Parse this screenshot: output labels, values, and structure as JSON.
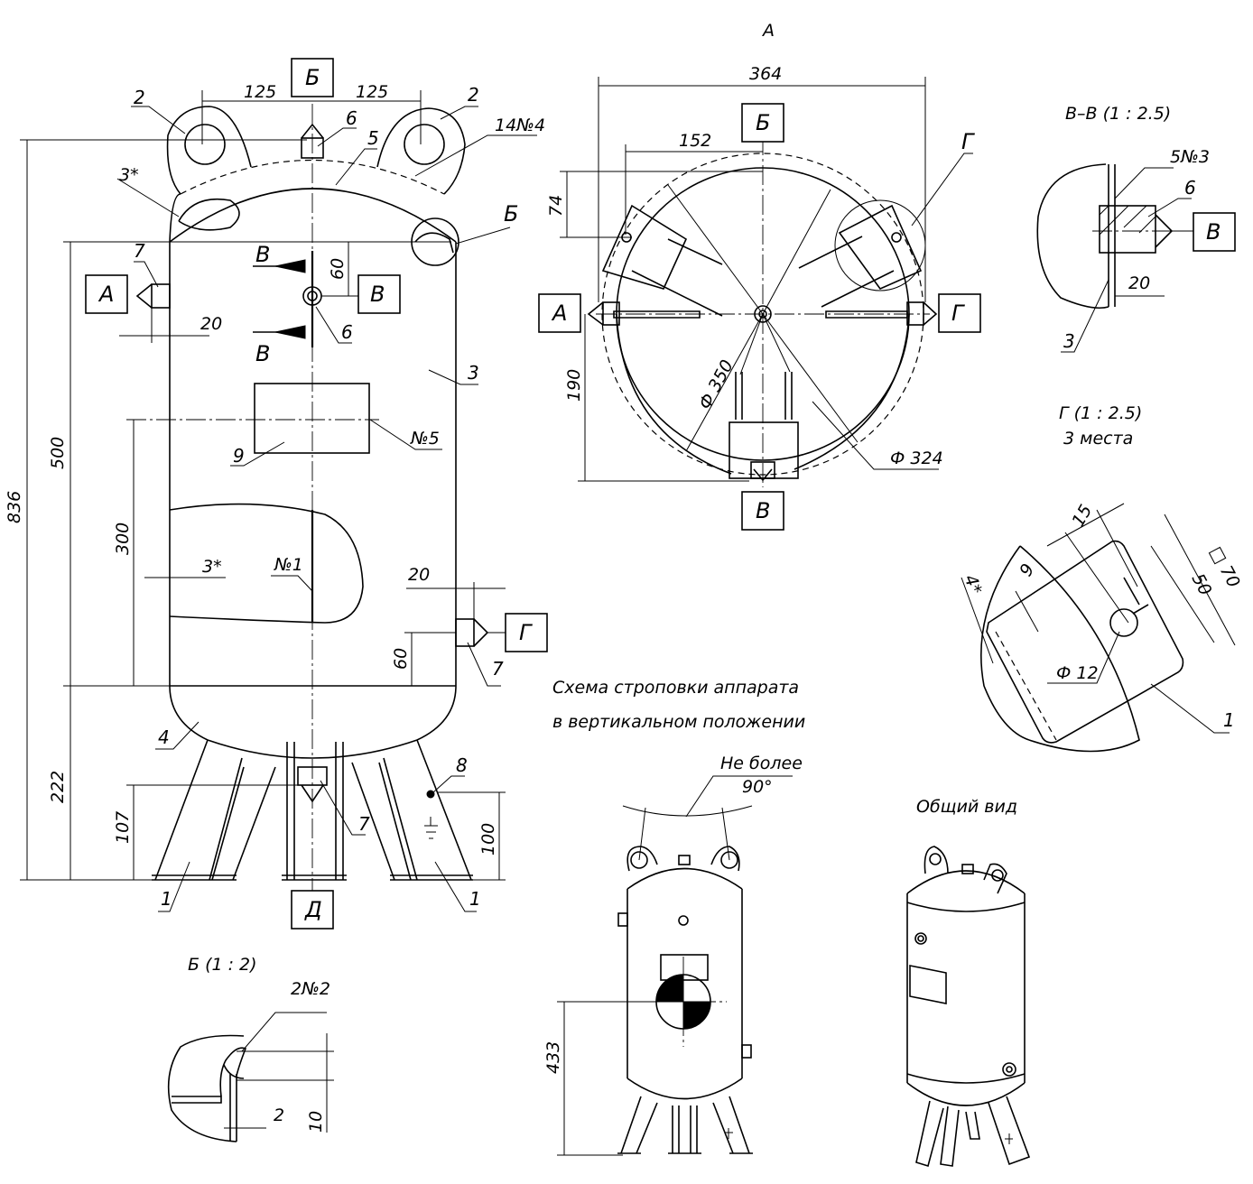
{
  "views": {
    "view_a_title": "А",
    "section_v_title": "В–В (1 : 2.5)",
    "detail_g_title": "Г (1 : 2.5)",
    "detail_g_note": "3 места",
    "detail_b_title": "Б (1 : 2)",
    "sling_title_1": "Схема строповки аппарата",
    "sling_title_2": "в вертикальном положении",
    "general_view_title": "Общий вид"
  },
  "markers": {
    "A": "А",
    "B": "Б",
    "V": "В",
    "G": "Г",
    "D": "Д"
  },
  "callouts": {
    "p1": "1",
    "p2": "2",
    "p3": "3",
    "p4": "4",
    "p5": "5",
    "p6": "6",
    "p7": "7",
    "p8": "8",
    "p9": "9"
  },
  "welds": {
    "w1": "№1",
    "w2": "2№2",
    "w3": "5№3",
    "w4": "14№4",
    "w5": "№5",
    "w3star": "3*"
  },
  "dimensions": {
    "d125": "125",
    "d836": "836",
    "d500": "500",
    "d300": "300",
    "d222": "222",
    "d107": "107",
    "d100": "100",
    "d60": "60",
    "d20": "20",
    "d364": "364",
    "d152": "152",
    "d74": "74",
    "d190": "190",
    "phi350": "Ф 350",
    "phi324": "Ф 324",
    "d15": "15",
    "d9": "9",
    "d50": "50",
    "sq70": "□ 70",
    "d4": "4*",
    "phi12": "Ф 12",
    "d2": "2",
    "d10": "10",
    "d433": "433",
    "angle1": "Не более",
    "angle2": "90°"
  }
}
